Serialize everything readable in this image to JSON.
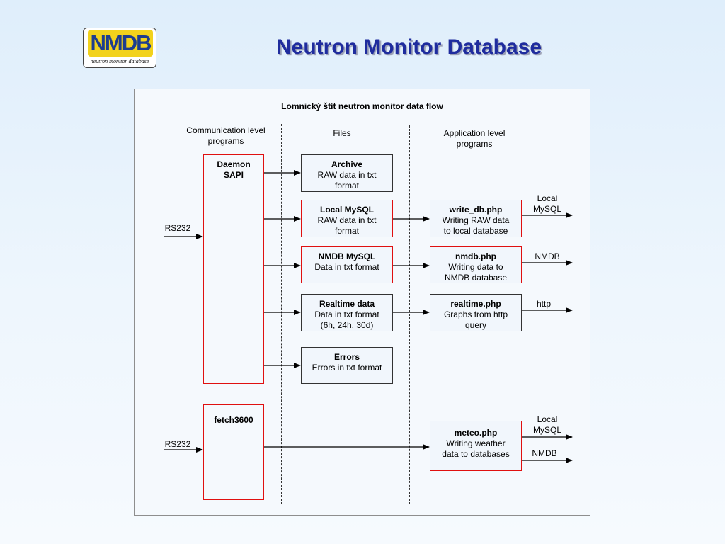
{
  "logo": {
    "mark": "NMDB",
    "subtitle": "neutron monitor database"
  },
  "title": "Neutron Monitor Database",
  "diagram": {
    "title": "Lomnický štít neutron monitor data flow",
    "columns": {
      "communication": "Communication level programs",
      "files": "Files",
      "application": "Application level programs"
    },
    "daemon": {
      "line1": "Daemon",
      "line2": "SAPI"
    },
    "fetch": {
      "label": "fetch3600"
    },
    "inputs": {
      "rs232_top": "RS232",
      "rs232_bottom": "RS232"
    },
    "files": {
      "archive": {
        "title": "Archive",
        "line1": "RAW data in txt",
        "line2": "format"
      },
      "local_mysql": {
        "title": "Local MySQL",
        "line1": "RAW data in txt",
        "line2": "format"
      },
      "nmdb_mysql": {
        "title": "NMDB MySQL",
        "line1": "Data in txt format"
      },
      "realtime": {
        "title": "Realtime data",
        "line1": "Data in txt format",
        "line2": "(6h, 24h, 30d)"
      },
      "errors": {
        "title": "Errors",
        "line1": "Errors in txt format"
      }
    },
    "apps": {
      "write_db": {
        "title": "write_db.php",
        "line1": "Writing RAW data",
        "line2": "to local database"
      },
      "nmdb": {
        "title": "nmdb.php",
        "line1": "Writing data to",
        "line2": "NMDB database"
      },
      "realtime": {
        "title": "realtime.php",
        "line1": "Graphs from http",
        "line2": "query"
      },
      "meteo": {
        "title": "meteo.php",
        "line1": "Writing weather",
        "line2": "data to databases"
      }
    },
    "outputs": {
      "write_db_line1": "Local",
      "write_db_line2": "MySQL",
      "nmdb": "NMDB",
      "realtime": "http",
      "meteo_local_line1": "Local",
      "meteo_local_line2": "MySQL",
      "meteo_nmdb": "NMDB"
    }
  },
  "colors": {
    "title": "#1f2c9e",
    "highlight_border": "#e01010",
    "logo_yellow": "#f2d21c"
  }
}
